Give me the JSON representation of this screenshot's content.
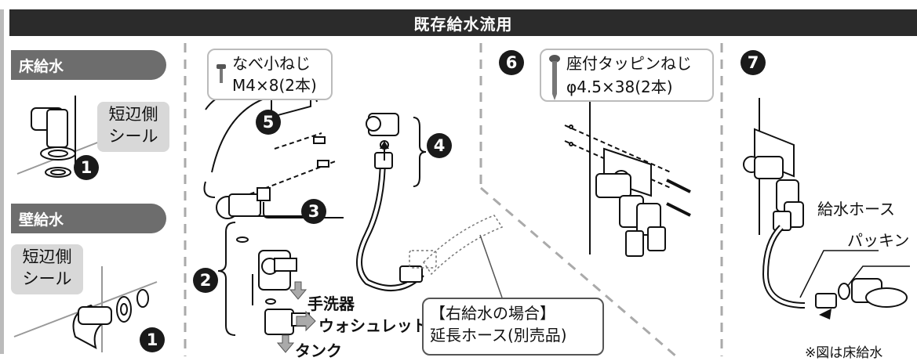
{
  "header": {
    "title": "既存給水流用"
  },
  "left": {
    "floor_tab": "床給水",
    "floor_callout": [
      "短辺側",
      "シール"
    ],
    "wall_tab": "壁給水",
    "wall_callout": [
      "短辺側",
      "シール"
    ],
    "step_floor": "1",
    "step_wall": "1"
  },
  "panel2": {
    "screw_box": [
      "なべ小ねじ",
      "M4×8(2本)"
    ],
    "steps": {
      "s5": "5",
      "s4": "4",
      "s3": "3",
      "s2": "2"
    },
    "labels": {
      "hand_wash": "手洗器",
      "washlet": "ウォシュレット",
      "tank": "タンク"
    },
    "right_box": [
      "【右給水の場合】",
      "延長ホース(別売品)"
    ]
  },
  "panel3": {
    "step": "6",
    "screw_box": [
      "座付タッピンねじ",
      "φ4.5×38(2本)"
    ]
  },
  "panel4": {
    "step": "7",
    "labels": {
      "hose": "給水ホース",
      "packing": "パッキン"
    },
    "note": "※図は床給水"
  },
  "icons": [
    "pan-screw-icon",
    "tapping-screw-icon",
    "arrow-icon"
  ]
}
